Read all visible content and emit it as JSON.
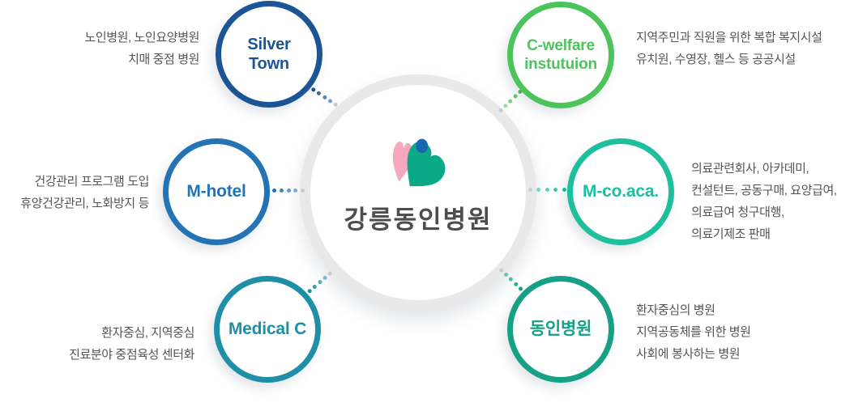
{
  "center": {
    "title": "강릉동인병원",
    "title_color": "#4d4d4d",
    "ring_color": "#e9e9e9",
    "logo_icon": "flower-person-logo",
    "logo_colors": {
      "pink": "#f4a9be",
      "blue": "#1a67af",
      "green": "#0ba987"
    }
  },
  "desc_text_color": "#555555",
  "connector_end_dot_color": "#c3ccd7",
  "nodes": [
    {
      "id": "silver-town",
      "color": "#1b5596",
      "label": [
        "Silver",
        "Town"
      ],
      "desc": [
        "노인병원, 노인요양병원",
        "치매 중점 병원"
      ]
    },
    {
      "id": "c-welfare",
      "color": "#4cc45c",
      "label": [
        "C-welfare",
        "instutuion"
      ],
      "desc": [
        "지역주민과 직원을 위한 복합 복지시설",
        "유치원, 수영장, 헬스 등 공공시설"
      ]
    },
    {
      "id": "m-hotel",
      "color": "#2373b5",
      "label": [
        "M-hotel"
      ],
      "desc": [
        "건강관리 프로그램 도입",
        "휴양건강관리, 노화방지 등"
      ]
    },
    {
      "id": "m-co-aca",
      "color": "#1dbf9c",
      "label": [
        "M-co.aca."
      ],
      "desc": [
        "의료관련회사, 아카데미,",
        "컨설턴트, 공동구매, 요양급여,",
        "의료급여 청구대행,",
        "의료기제조 판매"
      ]
    },
    {
      "id": "medical-c",
      "color": "#1e8fa6",
      "label": [
        "Medical C"
      ],
      "desc": [
        "환자중심, 지역중심",
        "진료분야 중점육성 센터화"
      ]
    },
    {
      "id": "dongin-hospital",
      "color": "#16a085",
      "label": [
        "동인병원"
      ],
      "desc": [
        "환자중심의 병원",
        "지역공동체를 위한 병원",
        "사회에 봉사하는 병원"
      ]
    }
  ]
}
